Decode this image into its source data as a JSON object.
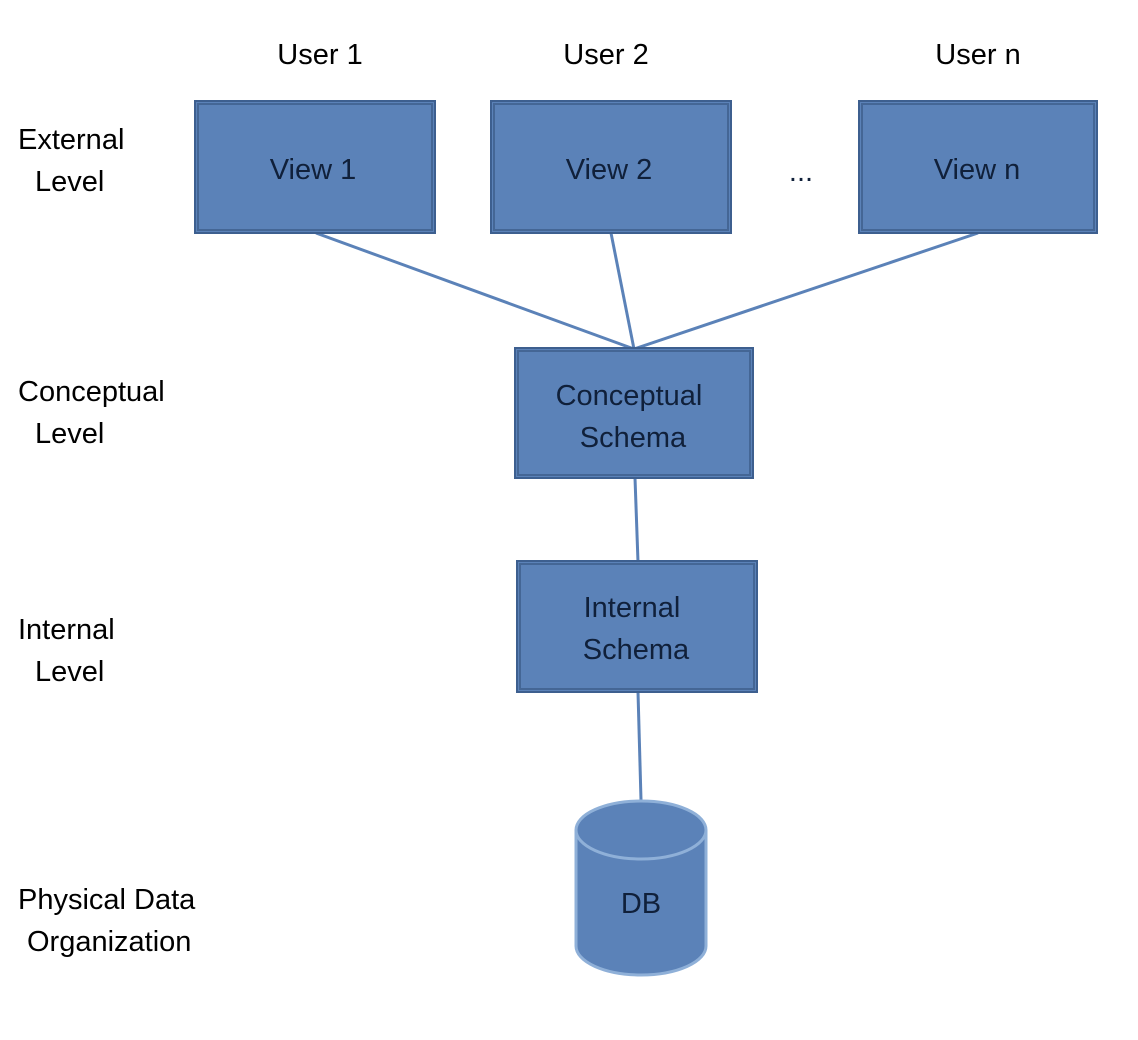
{
  "levels": {
    "external": [
      "External",
      "Level"
    ],
    "conceptual": [
      "Conceptual",
      "Level"
    ],
    "internal": [
      "Internal",
      "Level"
    ],
    "physical": [
      "Physical Data",
      "Organization"
    ]
  },
  "users": [
    "User 1",
    "User 2",
    "User n"
  ],
  "views": [
    "View 1",
    "View 2",
    "View n"
  ],
  "ellipsis": "...",
  "conceptual_schema": [
    "Conceptual",
    "Schema"
  ],
  "internal_schema": [
    "Internal",
    "Schema"
  ],
  "db": "DB",
  "colors": {
    "box_fill": "#5b82b8",
    "box_border": "#3d5f8f",
    "box_shadow": "#2e4a72",
    "connector": "#5b82b8"
  }
}
